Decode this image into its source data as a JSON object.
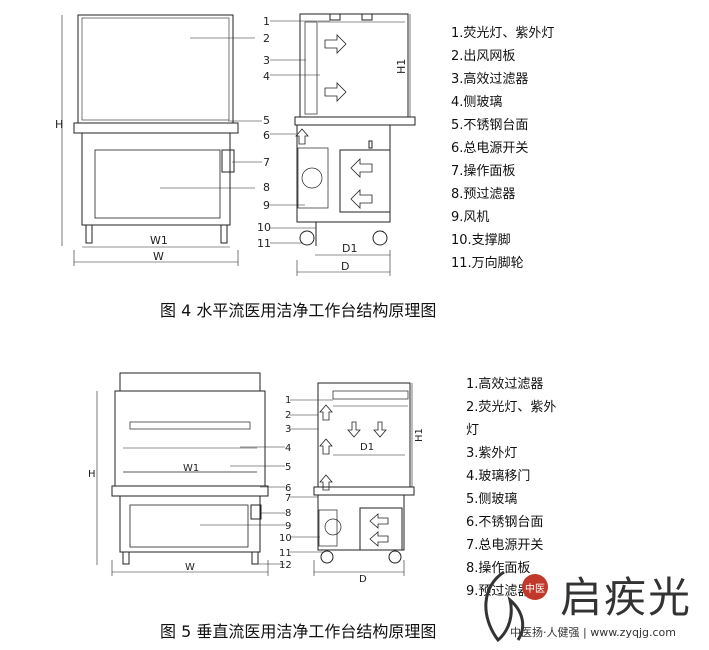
{
  "figure4": {
    "caption": "图 4 水平流医用洁净工作台结构原理图",
    "legend": [
      "1.荧光灯、紫外灯",
      "2.出风网板",
      "3.高效过滤器",
      "4.侧玻璃",
      "5.不锈钢台面",
      "6.总电源开关",
      "7.操作面板",
      "8.预过滤器",
      "9.风机",
      "10.支撑脚",
      "11.万向脚轮"
    ],
    "callouts": [
      "1",
      "2",
      "3",
      "4",
      "5",
      "6",
      "7",
      "8",
      "9",
      "10",
      "11"
    ],
    "dims": {
      "H": "H",
      "H1": "H1",
      "W1": "W1",
      "W": "W",
      "D1": "D1",
      "D": "D"
    }
  },
  "figure5": {
    "caption": "图 5 垂直流医用洁净工作台结构原理图",
    "legend": [
      "1.高效过滤器",
      "2.荧光灯、紫外",
      "灯",
      "3.紫外灯",
      "4.玻璃移门",
      "5.侧玻璃",
      "6.不锈钢台面",
      "7.总电源开关",
      "8.操作面板",
      "9.预过滤器"
    ],
    "callouts": [
      "1",
      "2",
      "3",
      "4",
      "5",
      "6",
      "7",
      "8",
      "9",
      "10",
      "11",
      "12"
    ],
    "dims": {
      "H": "H",
      "H1": "H1",
      "W1": "W1",
      "W": "W",
      "D1": "D1",
      "D": "D"
    }
  },
  "watermark": {
    "badge": "中医",
    "name": "启疾光",
    "sub": "中医扬·人健强 | www.zyqjg.com"
  }
}
